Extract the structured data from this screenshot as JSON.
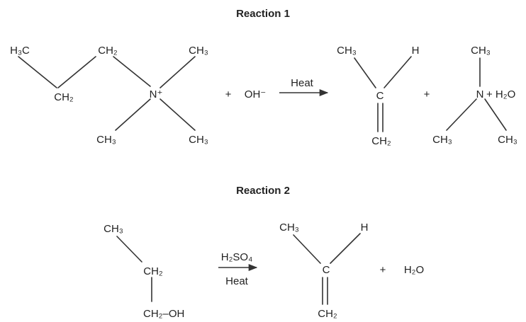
{
  "reaction1": {
    "title": "Reaction 1",
    "reactant": {
      "h3c": "H₃C",
      "ch2_top": "CH₂",
      "ch2_bottom": "CH₂",
      "n_plus": "N⁺",
      "ch3_upper_right": "CH₃",
      "ch3_lower_left": "CH₃",
      "ch3_lower_right": "CH₃"
    },
    "plus_1": "+",
    "hydroxide": "OH⁻",
    "arrow_label": "Heat",
    "product_alkene": {
      "ch3": "CH₃",
      "h": "H",
      "c": "C",
      "ch2": "CH₂"
    },
    "plus_2": "+",
    "product_amine": {
      "ch3_top": "CH₃",
      "n": "N",
      "plus_water": "+ H₂O",
      "ch3_left": "CH₃",
      "ch3_right": "CH₃"
    }
  },
  "reaction2": {
    "title": "Reaction 2",
    "reactant": {
      "ch3": "CH₃",
      "ch2": "CH₂",
      "ch2_oh": "CH₂–OH"
    },
    "arrow_label_top": "H₂SO₄",
    "arrow_label_bottom": "Heat",
    "product_alkene": {
      "ch3": "CH₃",
      "h": "H",
      "c": "C",
      "ch2": "CH₂"
    },
    "plus": "+",
    "water": "H₂O"
  }
}
